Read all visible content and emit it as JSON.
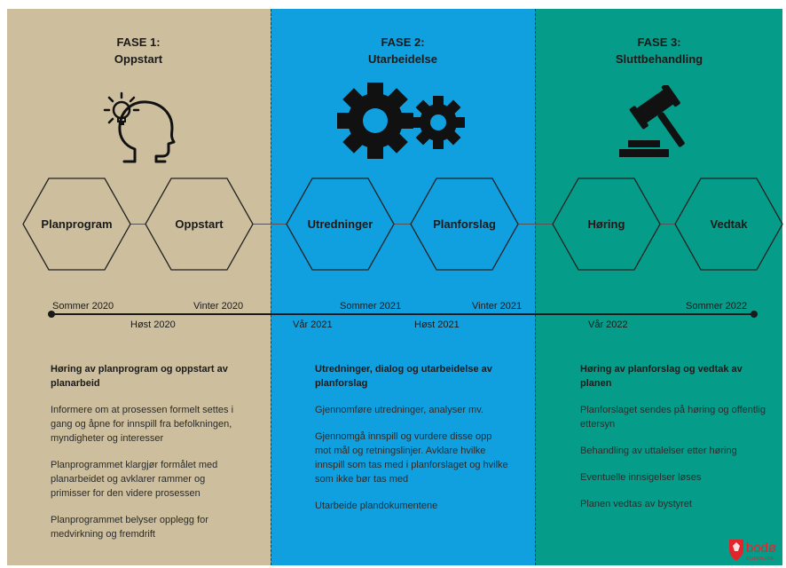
{
  "phases": [
    {
      "title": "FASE 1:",
      "subtitle": "Oppstart",
      "icon": "head-lightbulb-icon"
    },
    {
      "title": "FASE 2:",
      "subtitle": "Utarbeidelse",
      "icon": "gears-icon"
    },
    {
      "title": "FASE 3:",
      "subtitle": "Sluttbehandling",
      "icon": "gavel-icon"
    }
  ],
  "steps": [
    "Planprogram",
    "Oppstart",
    "Utredninger",
    "Planforslag",
    "Høring",
    "Vedtak"
  ],
  "timeline_above": [
    "Sommer 2020",
    "Vinter 2020",
    "Sommer 2021",
    "Vinter 2021",
    "Sommer 2022"
  ],
  "timeline_below": [
    "Høst 2020",
    "Vår 2021",
    "Høst 2021",
    "Vår 2022"
  ],
  "descriptions": [
    {
      "heading": "Høring av planprogram og oppstart av planarbeid",
      "paragraphs": [
        "Informere om at prosessen formelt settes i gang og åpne for innspill fra befolkningen, myndigheter og interesser",
        "Planprogrammet klargjør formålet med planarbeidet og avklarer rammer og primisser for den videre prosessen",
        "Planprogrammet belyser opplegg for medvirkning og fremdrift"
      ]
    },
    {
      "heading": "Utredninger, dialog og utarbeidelse av planforslag",
      "paragraphs": [
        "Gjennomføre utredninger, analyser mv.",
        "Gjennomgå innspill og vurdere disse opp mot mål og retningslinjer. Avklare hvilke innspill som tas med i planforslaget og hvilke som ikke bør tas med",
        "Utarbeide plandokumentene"
      ]
    },
    {
      "heading": "Høring av planforslag og vedtak av planen",
      "paragraphs": [
        "Planforslaget sendes på høring og offentlig ettersyn",
        "Behandling av uttalelser etter høring",
        "Eventuelle innsigelser løses",
        "Planen vedtas av bystyret"
      ]
    }
  ],
  "logo": {
    "text": "bodø",
    "subtext": "KOMMUNE"
  },
  "colors": {
    "phase1": "#cdbf9d",
    "phase2": "#10a0e0",
    "phase3": "#069c8a",
    "line": "#1a1a1a",
    "logo": "#e3242b"
  }
}
